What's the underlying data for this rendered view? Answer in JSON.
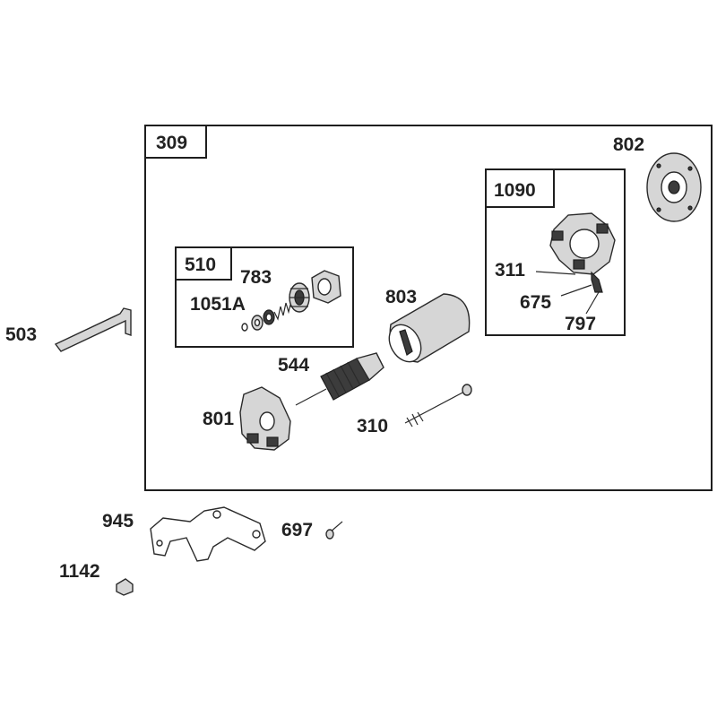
{
  "labels": {
    "l309": "309",
    "l802": "802",
    "l1090": "1090",
    "l311": "311",
    "l675": "675",
    "l797": "797",
    "l510": "510",
    "l783": "783",
    "l1051a": "1051A",
    "l803": "803",
    "l503": "503",
    "l544": "544",
    "l801": "801",
    "l310": "310",
    "l945": "945",
    "l697": "697",
    "l1142": "1142"
  },
  "colors": {
    "ink": "#222222",
    "part_fill": "#d6d6d6",
    "dark_fill": "#3c3c3c"
  }
}
